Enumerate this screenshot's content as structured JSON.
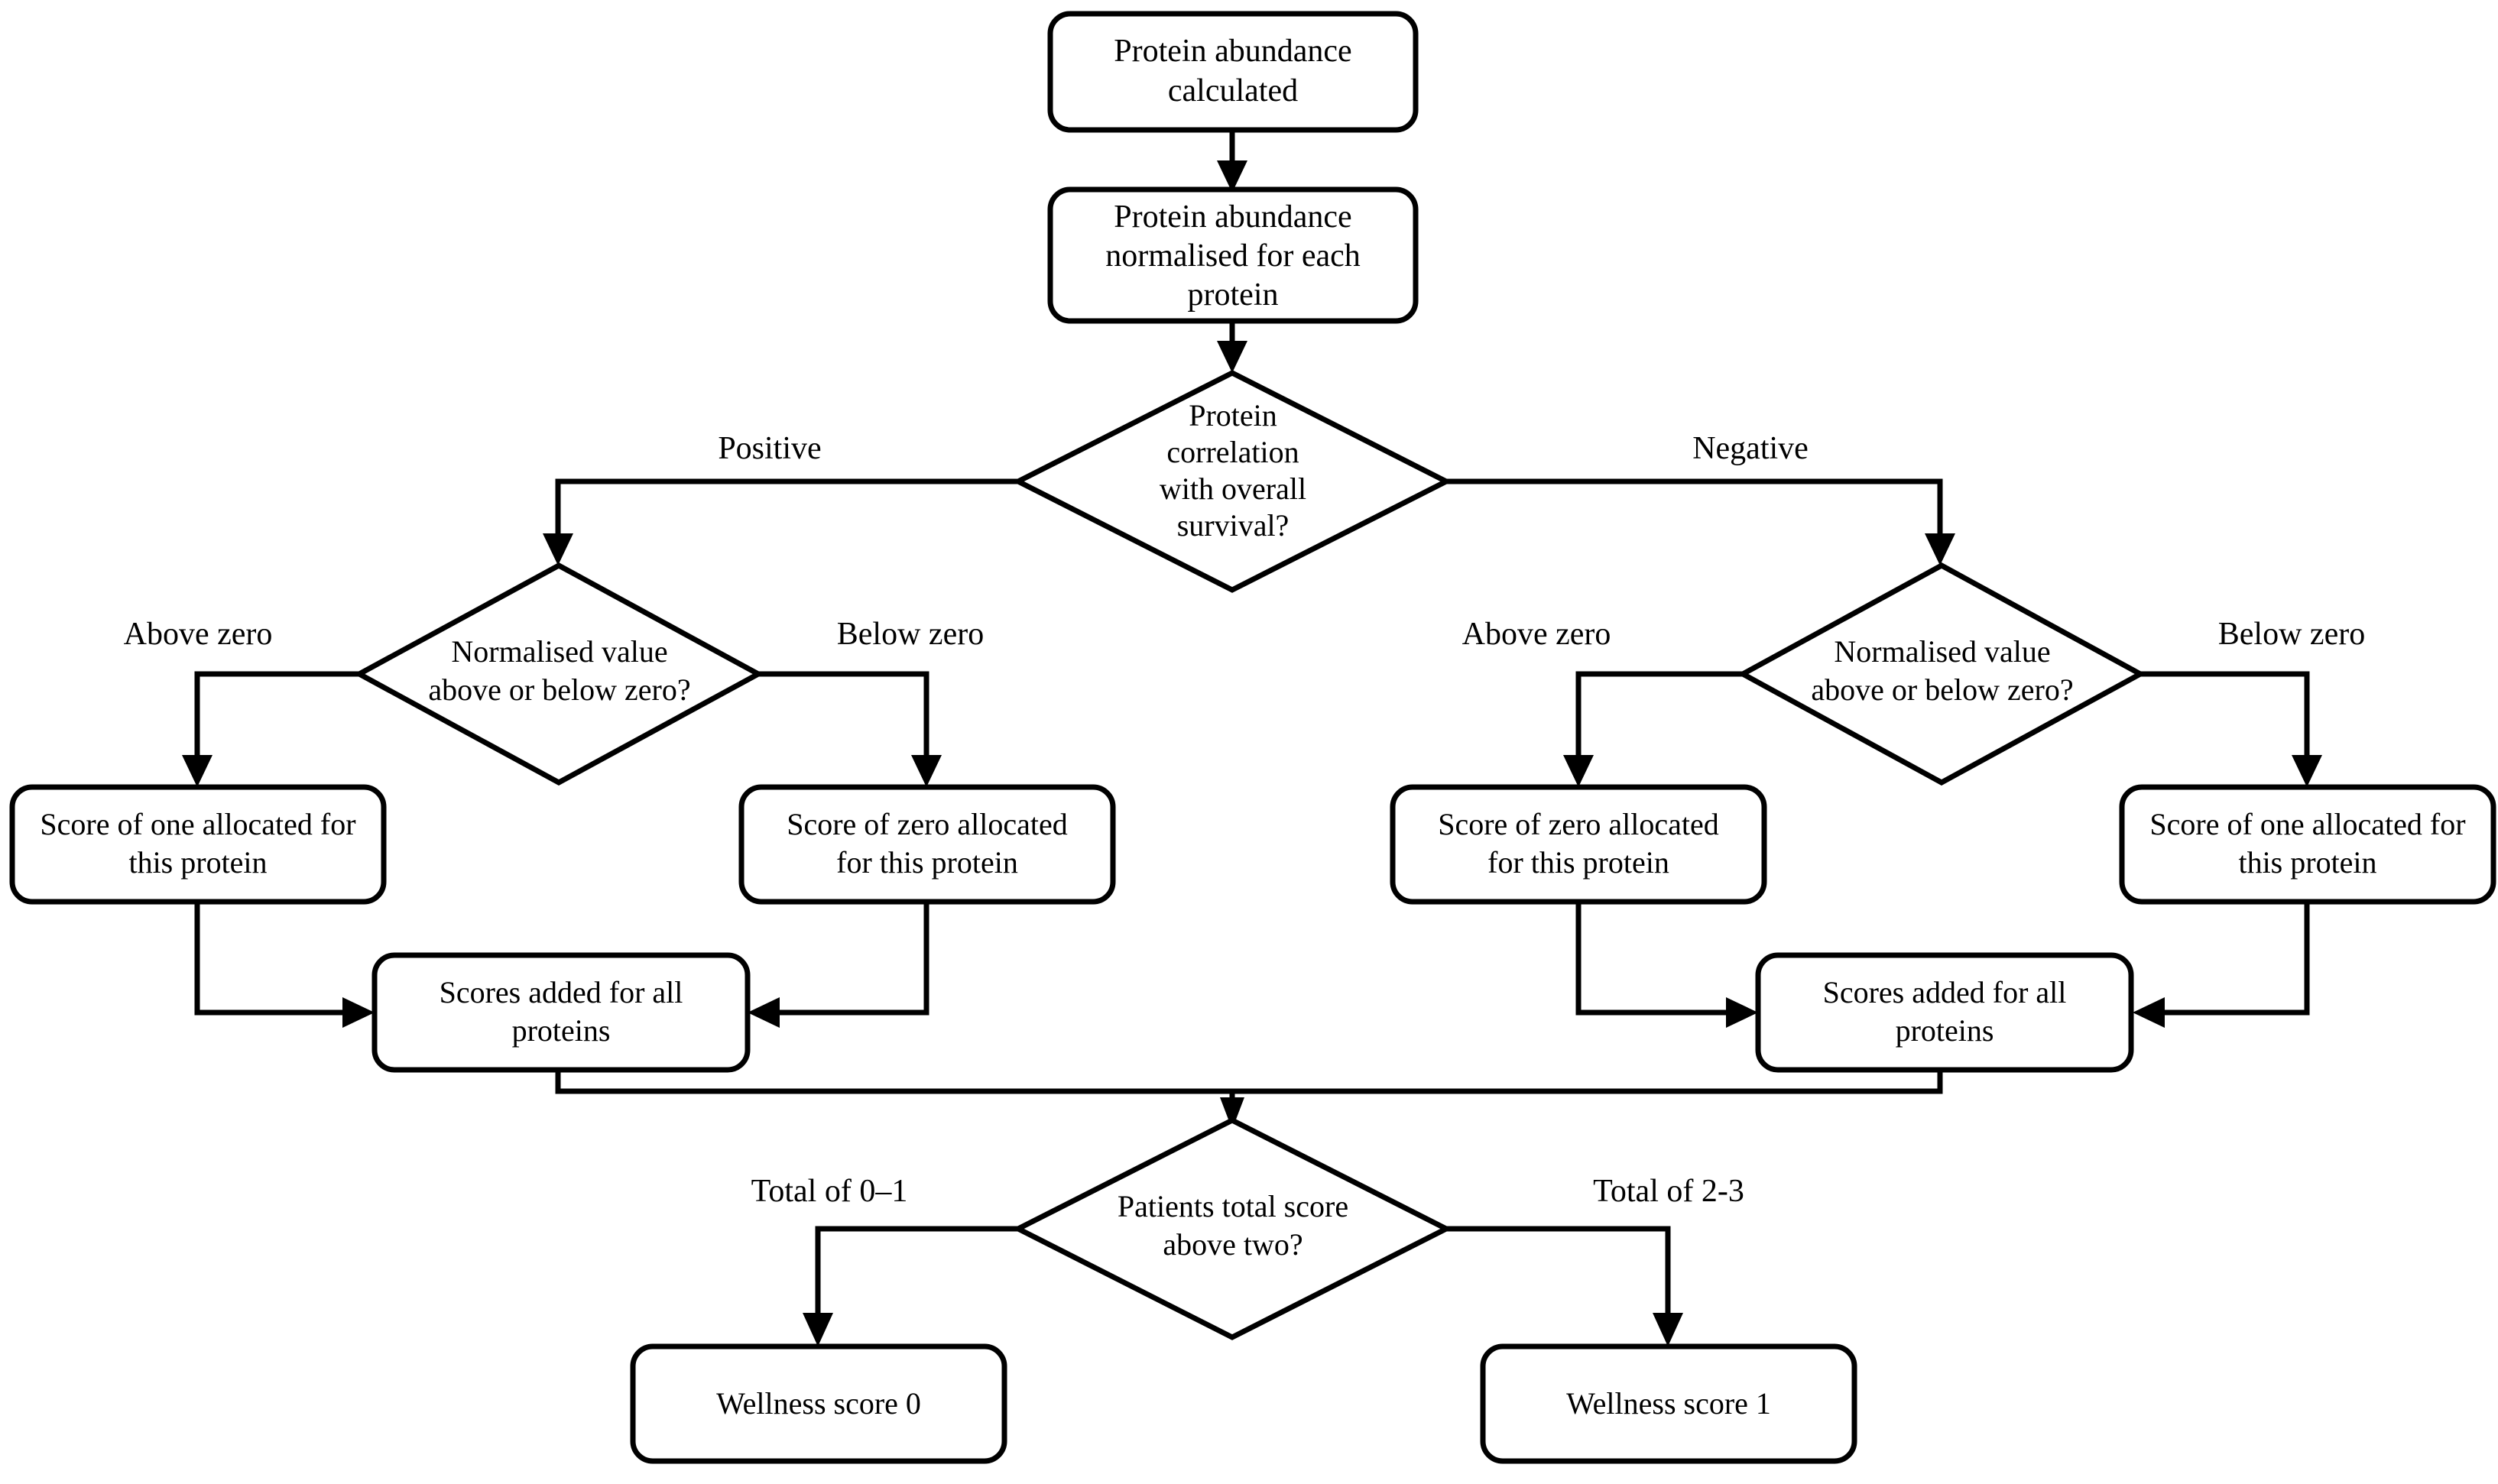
{
  "diagram": {
    "title": "Protein wellness score allocation flowchart",
    "type": "flowchart",
    "background_color": "#ffffff",
    "line_color": "#000000",
    "text_color": "#000000",
    "nodes": {
      "start": {
        "shape": "rounded-rectangle",
        "lines": [
          "Protein abundance",
          "calculated"
        ]
      },
      "normalise": {
        "shape": "rounded-rectangle",
        "lines": [
          "Protein abundance",
          "normalised for each",
          "protein"
        ]
      },
      "correlation_decision": {
        "shape": "diamond",
        "lines": [
          "Protein",
          "correlation",
          "with overall",
          "survival?"
        ]
      },
      "left_zero_decision": {
        "shape": "diamond",
        "lines": [
          "Normalised value",
          "above or below zero?"
        ]
      },
      "right_zero_decision": {
        "shape": "diamond",
        "lines": [
          "Normalised value",
          "above or below zero?"
        ]
      },
      "left_score_one": {
        "shape": "rounded-rectangle",
        "lines": [
          "Score of one allocated for",
          "this protein"
        ]
      },
      "left_score_zero": {
        "shape": "rounded-rectangle",
        "lines": [
          "Score of zero allocated",
          "for this protein"
        ]
      },
      "right_score_zero": {
        "shape": "rounded-rectangle",
        "lines": [
          "Score of zero allocated",
          "for this protein"
        ]
      },
      "right_score_one": {
        "shape": "rounded-rectangle",
        "lines": [
          "Score of one allocated for",
          "this protein"
        ]
      },
      "left_scores_added": {
        "shape": "rounded-rectangle",
        "lines": [
          "Scores added  for all",
          "proteins"
        ]
      },
      "right_scores_added": {
        "shape": "rounded-rectangle",
        "lines": [
          "Scores added  for all",
          "proteins"
        ]
      },
      "total_decision": {
        "shape": "diamond",
        "lines": [
          "Patients total score",
          "above two?"
        ]
      },
      "wellness_zero": {
        "shape": "rounded-rectangle",
        "lines": [
          "Wellness score 0"
        ]
      },
      "wellness_one": {
        "shape": "rounded-rectangle",
        "lines": [
          "Wellness score 1"
        ]
      }
    },
    "edge_labels": {
      "positive": "Positive",
      "negative": "Negative",
      "left_above_zero": "Above zero",
      "left_below_zero": "Below zero",
      "right_above_zero": "Above zero",
      "right_below_zero": "Below zero",
      "total_low": "Total of 0–1",
      "total_high": "Total of 2-3"
    }
  }
}
